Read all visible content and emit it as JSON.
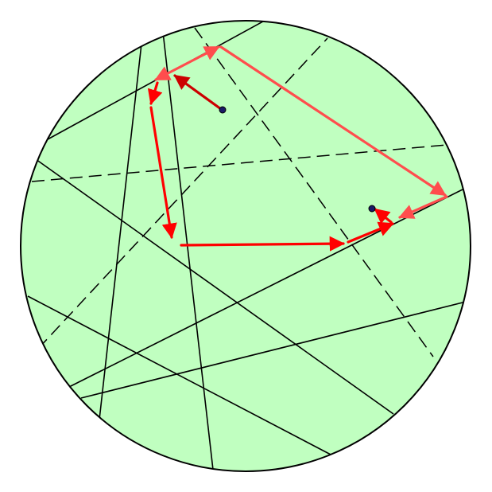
{
  "colors": {
    "background": "#ffffff",
    "disc_fill": "#c0ffc0",
    "disc_stroke": "#000000",
    "line_stroke": "#000000",
    "path_red_dark": "#ff0000",
    "path_red_light": "#ff4d4d",
    "point_fill": "#1a1a66"
  },
  "elements": {
    "disc": "circle-disc",
    "solid_lines": "solid-line",
    "dashed_lines": "dashed-line",
    "start_point": "start-point",
    "end_point": "end-point",
    "path_segments": "path-arrow-segment"
  }
}
